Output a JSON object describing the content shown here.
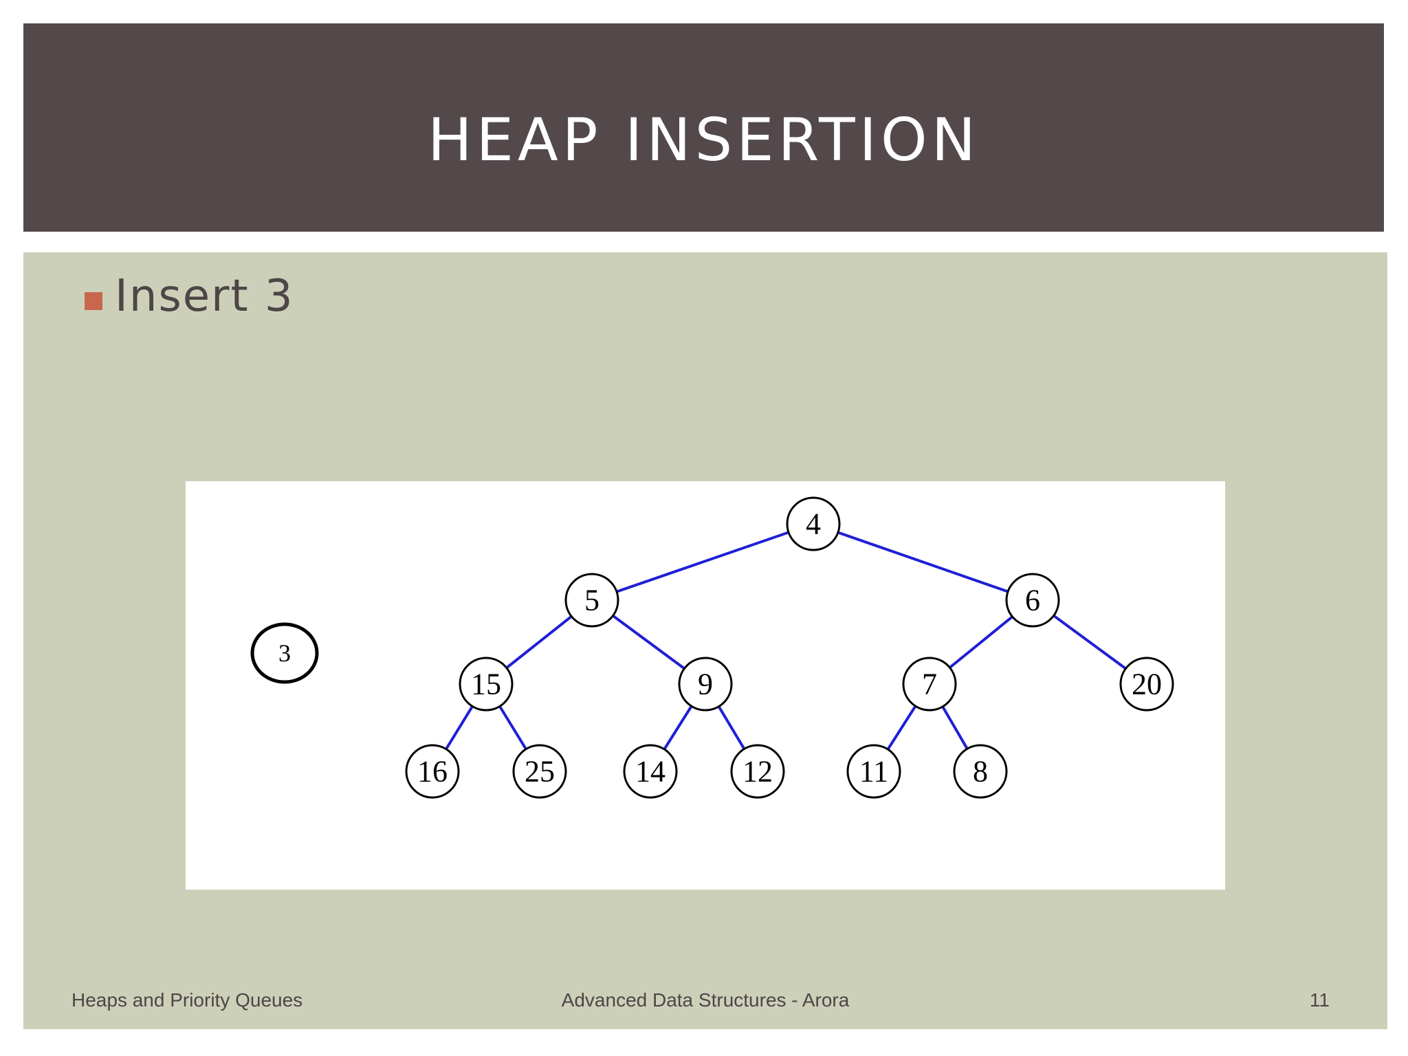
{
  "slide": {
    "title": "HEAP INSERTION",
    "bullet": "Insert 3"
  },
  "diagram": {
    "inserted_node": "3",
    "nodes": [
      {
        "id": "n4",
        "label": "4"
      },
      {
        "id": "n5",
        "label": "5"
      },
      {
        "id": "n6",
        "label": "6"
      },
      {
        "id": "n15",
        "label": "15"
      },
      {
        "id": "n9",
        "label": "9"
      },
      {
        "id": "n7",
        "label": "7"
      },
      {
        "id": "n20",
        "label": "20"
      },
      {
        "id": "n16",
        "label": "16"
      },
      {
        "id": "n25",
        "label": "25"
      },
      {
        "id": "n14",
        "label": "14"
      },
      {
        "id": "n12",
        "label": "12"
      },
      {
        "id": "n11",
        "label": "11"
      },
      {
        "id": "n8",
        "label": "8"
      }
    ],
    "edges": [
      [
        "n4",
        "n5"
      ],
      [
        "n4",
        "n6"
      ],
      [
        "n5",
        "n15"
      ],
      [
        "n5",
        "n9"
      ],
      [
        "n6",
        "n7"
      ],
      [
        "n6",
        "n20"
      ],
      [
        "n15",
        "n16"
      ],
      [
        "n15",
        "n25"
      ],
      [
        "n9",
        "n14"
      ],
      [
        "n9",
        "n12"
      ],
      [
        "n7",
        "n11"
      ],
      [
        "n7",
        "n8"
      ]
    ],
    "edge_color": "#1f1fd6"
  },
  "footer": {
    "left": "Heaps and Priority Queues",
    "center": "Advanced Data Structures - Arora",
    "page_number": "11"
  }
}
